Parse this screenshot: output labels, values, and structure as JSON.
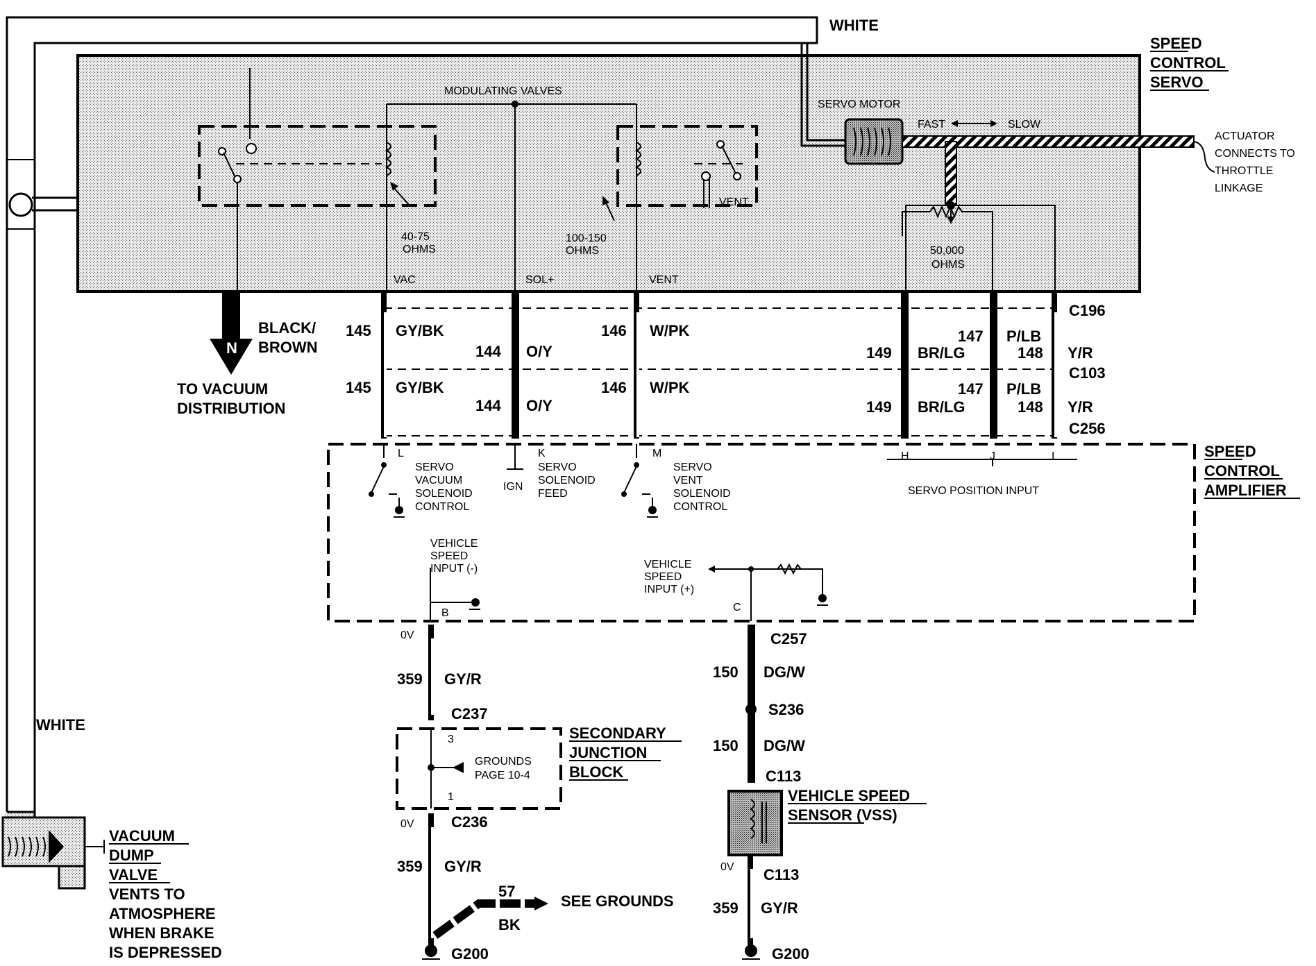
{
  "labels": {
    "white_top": "WHITE",
    "white_left": "WHITE",
    "servo_title_1": "SPEED",
    "servo_title_2": "CONTROL",
    "servo_title_3": "SERVO",
    "modulating_valves": "MODULATING VALVES",
    "servo_motor": "SERVO MOTOR",
    "fast": "FAST",
    "slow": "SLOW",
    "actuator_1": "ACTUATOR",
    "actuator_2": "CONNECTS TO",
    "actuator_3": "THROTTLE",
    "actuator_4": "LINKAGE",
    "ohms1_1": "40-75",
    "ohms1_2": "OHMS",
    "ohms2_1": "100-150",
    "ohms2_2": "OHMS",
    "vent_inside": "VENT",
    "ohms3_1": "50,000",
    "ohms3_2": "OHMS",
    "pin_vac": "VAC",
    "pin_sol": "SOL+",
    "pin_vent": "VENT",
    "black_brown_1": "BLACK/",
    "black_brown_2": "BROWN",
    "n_letter": "N",
    "to_vac_1": "TO VACUUM",
    "to_vac_2": "DISTRIBUTION",
    "amp_title_1": "SPEED",
    "amp_title_2": "CONTROL",
    "amp_title_3": "AMPLIFIER",
    "servo_vac_1": "SERVO",
    "servo_vac_2": "VACUUM",
    "servo_vac_3": "SOLENOID",
    "servo_vac_4": "CONTROL",
    "ign": "IGN",
    "sol_feed_1": "SERVO",
    "sol_feed_2": "SOLENOID",
    "sol_feed_3": "FEED",
    "vent_ctrl_1": "SERVO",
    "vent_ctrl_2": "VENT",
    "vent_ctrl_3": "SOLENOID",
    "vent_ctrl_4": "CONTROL",
    "servo_pos": "SERVO POSITION  INPUT",
    "vsi_minus_1": "VEHICLE",
    "vsi_minus_2": "SPEED",
    "vsi_minus_3": "INPUT (-)",
    "vsi_plus_1": "VEHICLE",
    "vsi_plus_2": "SPEED",
    "vsi_plus_3": "INPUT (+)",
    "ov1": "0V",
    "ov2": "0V",
    "ov3": "0V",
    "sjb_1": "SECONDARY",
    "sjb_2": "JUNCTION",
    "sjb_3": "BLOCK",
    "grounds_1": "GROUNDS",
    "grounds_2": "PAGE 10-4",
    "vss_1": "VEHICLE SPEED",
    "vss_2": "SENSOR (VSS)",
    "see_grounds": "SEE GROUNDS",
    "dump_1": "VACUUM",
    "dump_2": "DUMP",
    "dump_3": "VALVE",
    "dump_4": "VENTS TO",
    "dump_5": "ATMOSPHERE",
    "dump_6": "WHEN BRAKE",
    "dump_7": "IS DEPRESSED"
  },
  "pins": {
    "L": "L",
    "K": "K",
    "M": "M",
    "H": "H",
    "J": "J",
    "I": "I",
    "B": "B",
    "C": "C",
    "sjb3": "3",
    "sjb1": "1"
  },
  "connectors": {
    "c196": "C196",
    "c103": "C103",
    "c256": "C256",
    "c257": "C257",
    "s236": "S236",
    "c113a": "C113",
    "c113b": "C113",
    "c237": "C237",
    "c236": "C236",
    "g200a": "G200",
    "g200b": "G200"
  },
  "wires": {
    "w145a": {
      "num": "145",
      "color": "GY/BK"
    },
    "w144a": {
      "num": "144",
      "color": "O/Y"
    },
    "w146a": {
      "num": "146",
      "color": "W/PK"
    },
    "w149a": {
      "num": "149",
      "color": "BR/LG"
    },
    "w147a": {
      "num": "147",
      "color": "P/LB"
    },
    "w148a": {
      "num": "148",
      "color": "Y/R"
    },
    "w145b": {
      "num": "145",
      "color": "GY/BK"
    },
    "w144b": {
      "num": "144",
      "color": "O/Y"
    },
    "w146b": {
      "num": "146",
      "color": "W/PK"
    },
    "w149b": {
      "num": "149",
      "color": "BR/LG"
    },
    "w147b": {
      "num": "147",
      "color": "P/LB"
    },
    "w148b": {
      "num": "148",
      "color": "Y/R"
    },
    "w359a": {
      "num": "359",
      "color": "GY/R"
    },
    "w150a": {
      "num": "150",
      "color": "DG/W"
    },
    "w150b": {
      "num": "150",
      "color": "DG/W"
    },
    "w359b": {
      "num": "359",
      "color": "GY/R"
    },
    "w359c": {
      "num": "359",
      "color": "GY/R"
    },
    "w57": {
      "num": "57",
      "color": "BK"
    }
  },
  "colors": {
    "stipple_light": "#dcdcdc",
    "stipple_dark": "#8c8c8c",
    "line": "#000000"
  }
}
